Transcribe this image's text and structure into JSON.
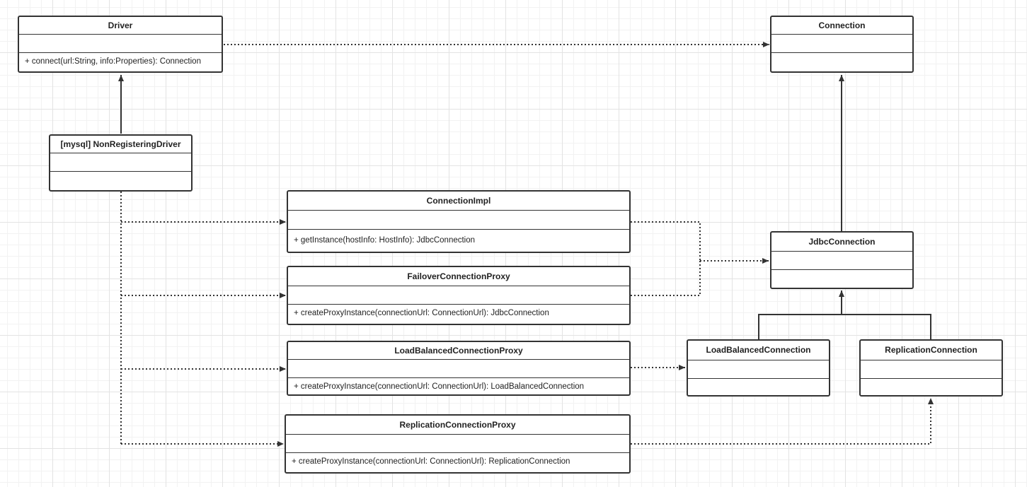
{
  "classes": {
    "driver": {
      "name": "Driver",
      "operation": "+ connect(url:String, info:Properties): Connection"
    },
    "connection": {
      "name": "Connection",
      "operation": ""
    },
    "non_registering_driver": {
      "name": "[mysql] NonRegisteringDriver",
      "operation": ""
    },
    "connection_impl": {
      "name": "ConnectionImpl",
      "operation": "+ getInstance(hostInfo: HostInfo): JdbcConnection"
    },
    "failover_connection_proxy": {
      "name": "FailoverConnectionProxy",
      "operation": "+ createProxyInstance(connectionUrl: ConnectionUrl): JdbcConnection"
    },
    "jdbc_connection": {
      "name": "JdbcConnection",
      "operation": ""
    },
    "load_balanced_connection_proxy": {
      "name": "LoadBalancedConnectionProxy",
      "operation": "+ createProxyInstance(connectionUrl: ConnectionUrl): LoadBalancedConnection"
    },
    "load_balanced_connection": {
      "name": "LoadBalancedConnection",
      "operation": ""
    },
    "replication_connection": {
      "name": "ReplicationConnection",
      "operation": ""
    },
    "replication_connection_proxy": {
      "name": "ReplicationConnectionProxy",
      "operation": "+ createProxyInstance(connectionUrl: ConnectionUrl): ReplicationConnection"
    }
  },
  "relationships": [
    {
      "from": "driver",
      "to": "connection",
      "kind": "dependency"
    },
    {
      "from": "non_registering_driver",
      "to": "driver",
      "kind": "generalization"
    },
    {
      "from": "non_registering_driver",
      "to": "connection_impl",
      "kind": "dependency"
    },
    {
      "from": "non_registering_driver",
      "to": "failover_connection_proxy",
      "kind": "dependency"
    },
    {
      "from": "non_registering_driver",
      "to": "load_balanced_connection_proxy",
      "kind": "dependency"
    },
    {
      "from": "non_registering_driver",
      "to": "replication_connection_proxy",
      "kind": "dependency"
    },
    {
      "from": "connection_impl",
      "to": "jdbc_connection",
      "kind": "dependency"
    },
    {
      "from": "failover_connection_proxy",
      "to": "jdbc_connection",
      "kind": "dependency"
    },
    {
      "from": "jdbc_connection",
      "to": "connection",
      "kind": "generalization"
    },
    {
      "from": "load_balanced_connection",
      "to": "jdbc_connection",
      "kind": "generalization"
    },
    {
      "from": "replication_connection",
      "to": "jdbc_connection",
      "kind": "generalization"
    },
    {
      "from": "load_balanced_connection_proxy",
      "to": "load_balanced_connection",
      "kind": "dependency"
    },
    {
      "from": "replication_connection_proxy",
      "to": "replication_connection",
      "kind": "dependency"
    }
  ],
  "colors": {
    "line": "#333333",
    "box_border": "#333333",
    "grid": "#e3e3e3"
  }
}
